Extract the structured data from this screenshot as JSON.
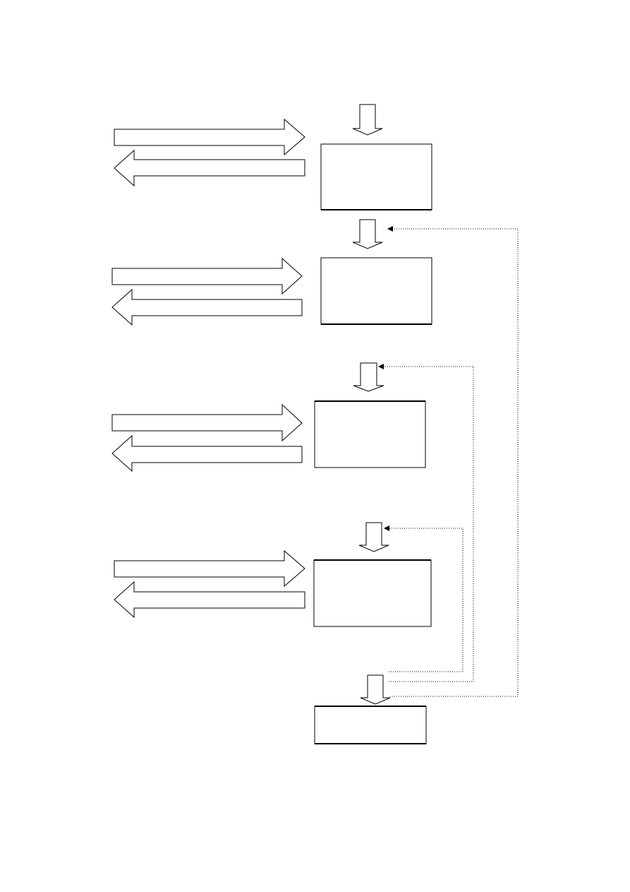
{
  "diagram": {
    "type": "flowchart",
    "colors": {
      "stroke": "#000000",
      "fill": "#ffffff"
    },
    "stages": [
      {
        "id": "stage-1",
        "label": "",
        "has_side_exchange": true
      },
      {
        "id": "stage-2",
        "label": "",
        "has_side_exchange": true
      },
      {
        "id": "stage-3",
        "label": "",
        "has_side_exchange": true
      },
      {
        "id": "stage-4",
        "label": "",
        "has_side_exchange": true
      },
      {
        "id": "stage-5",
        "label": "",
        "has_side_exchange": false
      }
    ],
    "feedback_loops": [
      {
        "from": "stage-5",
        "to": "stage-2",
        "style": "dotted"
      },
      {
        "from": "stage-5",
        "to": "stage-3",
        "style": "dotted"
      },
      {
        "from": "stage-5",
        "to": "stage-4",
        "style": "dotted"
      }
    ]
  }
}
